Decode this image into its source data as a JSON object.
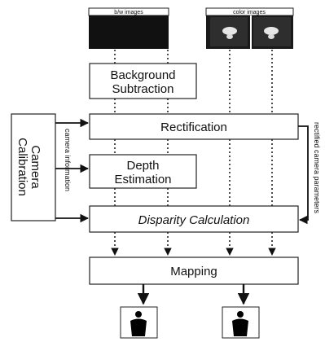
{
  "diagram": {
    "inputs": {
      "bw_label": "b/w images",
      "color_label": "color images"
    },
    "blocks": {
      "background_subtraction": [
        "Background",
        "Subtraction"
      ],
      "rectification": "Rectification",
      "depth_estimation": [
        "Depth",
        "Estimation"
      ],
      "disparity_calculation": "Disparity Calculation",
      "mapping": "Mapping",
      "camera_calibration": [
        "Camera",
        "Calibration"
      ]
    },
    "edge_labels": {
      "camera_information": "camera information",
      "rectified_camera_parameters": "rectified camera parameters"
    }
  }
}
